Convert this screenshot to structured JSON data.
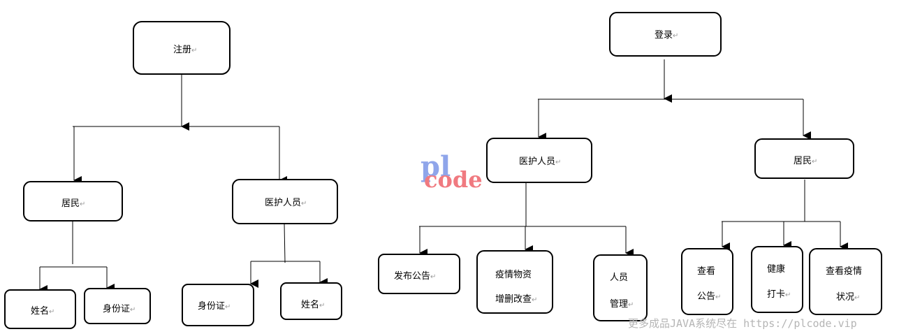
{
  "colors": {
    "node_border": "#000000",
    "watermark_blue": "#8fa5ea",
    "watermark_red": "#f07a80",
    "footer_text": "#b5b5b5"
  },
  "diagram": {
    "nodes": {
      "register": "注册",
      "register_resident": "居民",
      "register_medical": "医护人员",
      "reg_res_name": "姓名",
      "reg_res_id": "身份证",
      "reg_med_id": "身份证",
      "reg_med_name": "姓名",
      "login": "登录",
      "login_medical": "医护人员",
      "login_resident": "居民",
      "publish_notice": "发布公告",
      "supplies_l1": "疫情物资",
      "supplies_l2": "增删改查",
      "staff_l1": "人员",
      "staff_l2": "管理",
      "view_notice_l1": "查看",
      "view_notice_l2": "公告",
      "health_l1": "健康",
      "health_l2": "打卡",
      "status_l1": "查看疫情",
      "status_l2": "状况"
    },
    "paragraph_mark": "↵"
  },
  "watermark": {
    "line1": "pl",
    "line2": "code"
  },
  "footer": "更多成品JAVA系统尽在 https://plcode.vip"
}
